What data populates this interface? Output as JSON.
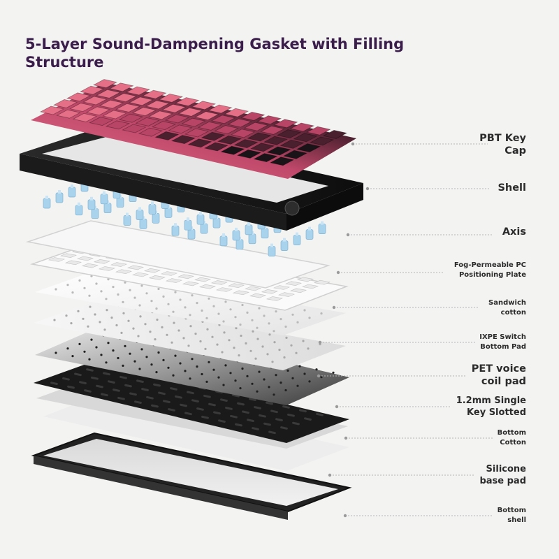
{
  "title": "5-Layer Sound-Dampening Gasket with Filling Structure",
  "labels": [
    {
      "line1": "PBT Key",
      "line2": "Cap"
    },
    {
      "line1": "Shell",
      "line2": ""
    },
    {
      "line1": "Axis",
      "line2": ""
    },
    {
      "line1": "Fog-Permeable PC",
      "line2": "Positioning Plate"
    },
    {
      "line1": "Sandwich",
      "line2": "cotton"
    },
    {
      "line1": "IXPE Switch",
      "line2": "Bottom Pad"
    },
    {
      "line1": "PET voice",
      "line2": "coil pad"
    },
    {
      "line1": "1.2mm Single",
      "line2": "Key Slotted"
    },
    {
      "line1": "Bottom",
      "line2": "Cotton"
    },
    {
      "line1": "Silicone",
      "line2": "base pad"
    },
    {
      "line1": "Bottom",
      "line2": "shell"
    }
  ],
  "colors": {
    "title": "#3a1d4a",
    "keycap_pink": "#e0607a",
    "keycap_dark": "#1a1418",
    "shell": "#151515",
    "switch_blue": "#a9d3ec",
    "pad_black": "#1c1c1c"
  }
}
